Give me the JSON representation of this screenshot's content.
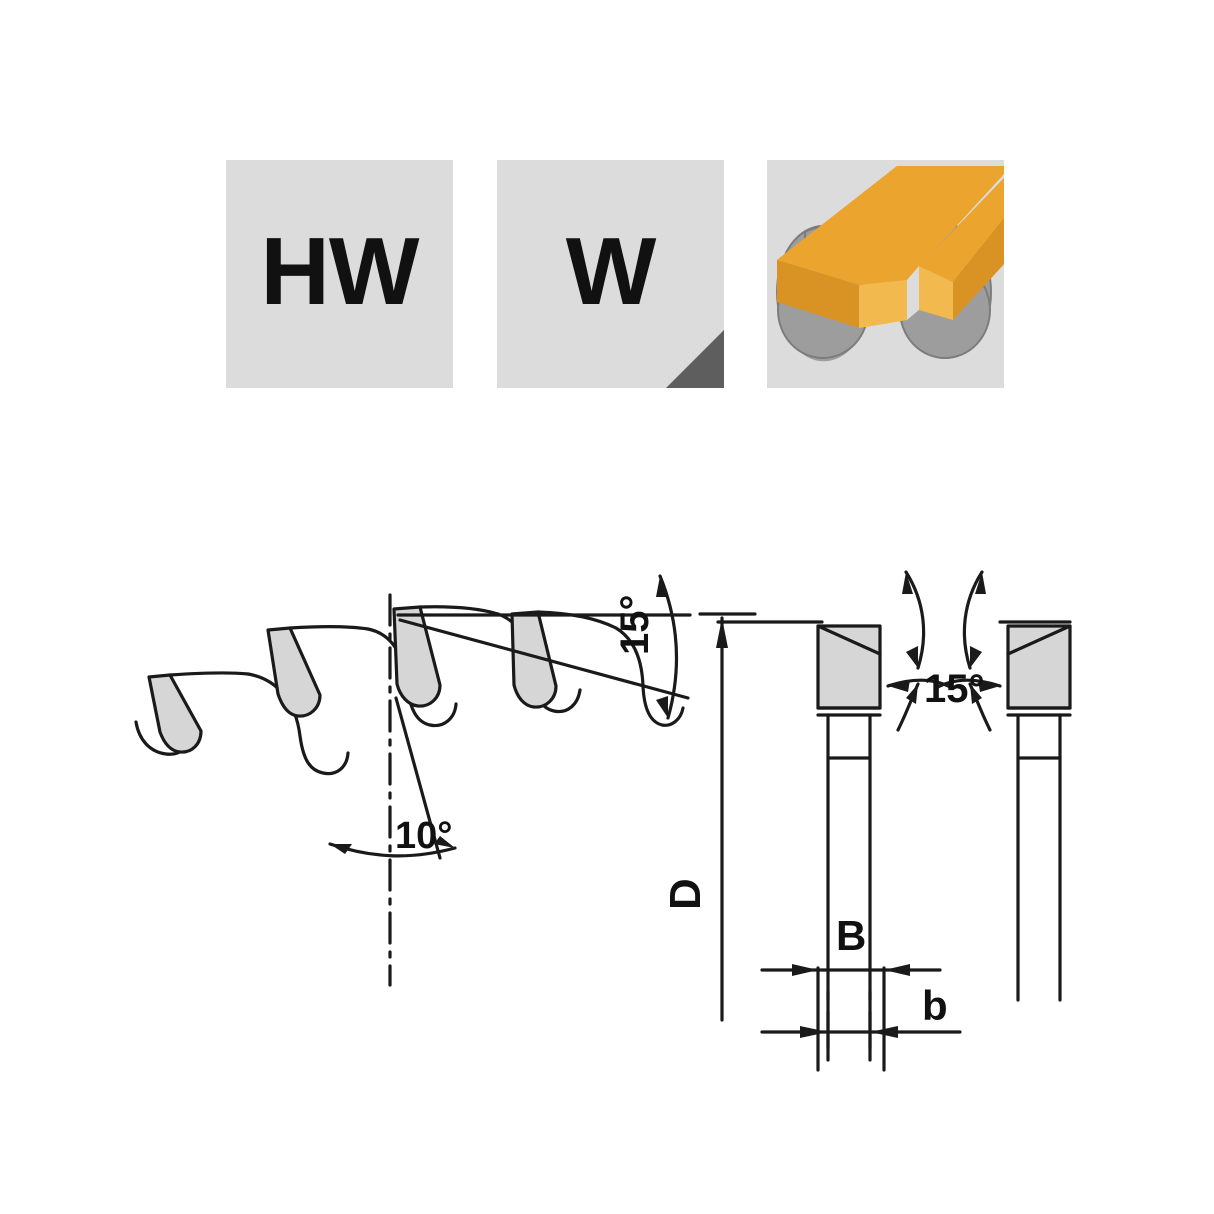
{
  "badges": [
    {
      "id": "hw",
      "label": "HW",
      "name": "badge-material-hw",
      "bg": "#dcdcdc",
      "corner": false
    },
    {
      "id": "w",
      "label": "W",
      "name": "badge-material-w",
      "bg": "#dcdcdc",
      "corner": true,
      "corner_color": "#5e5e5e"
    },
    {
      "id": "tooth",
      "label": "",
      "name": "badge-tooth-geometry-illustration",
      "bg": "#dcdcdc",
      "corner": false
    }
  ],
  "illustration": {
    "name": "saw-blade-tooth-isometric",
    "blade_color": "#9d9d9d",
    "workpiece_color": "#eba52f",
    "workpiece_shade": "#d99325",
    "workpiece_highlight": "#f2b94f"
  },
  "diagram": {
    "title": "",
    "tooth_profile": {
      "name": "tooth-profile-side-view",
      "teeth_count": 5,
      "carbide_fill": "#d6d6d6",
      "line_color": "#1a1a1a"
    },
    "dimensions": {
      "hook_angle": "15°",
      "clearance_angle": "10°",
      "bevel_angle": "15°",
      "diameter": "D",
      "kerf": "B",
      "plate_thickness": "b"
    },
    "cross_section": {
      "name": "tooth-cross-section-front-view",
      "carbide_fill": "#d6d6d6",
      "line_color": "#1a1a1a"
    }
  }
}
